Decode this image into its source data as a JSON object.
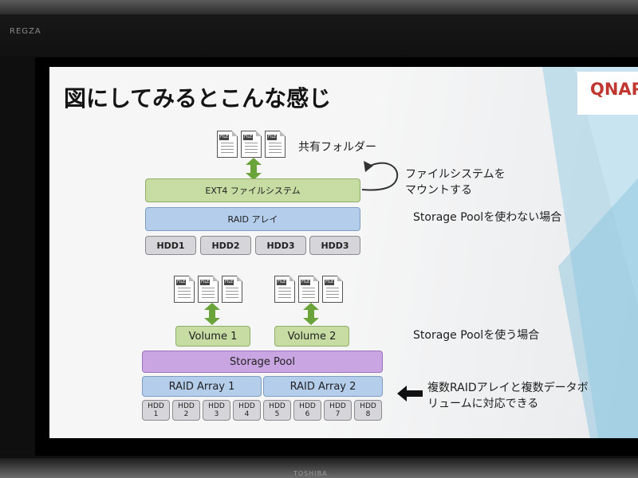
{
  "tv": {
    "brand": "REGZA",
    "brand_bottom": "TOSHIBA"
  },
  "slide": {
    "title": "図にしてみるとこんな感じ",
    "logo": "QNAP",
    "file_tag": "FILE",
    "colors": {
      "ext4": "#c6dca2",
      "raid": "#b3cdea",
      "pool": "#c9a6e2",
      "hdd": "#d6d6da",
      "arrow": "#6aa33a"
    }
  },
  "top_diagram": {
    "shared_folder_label": "共有フォルダー",
    "mount_label_1": "ファイルシステムを",
    "mount_label_2": "マウントする",
    "ext4_label": "EXT4 ファイルシステム",
    "raid_label": "RAID アレイ",
    "hdds": [
      "HDD1",
      "HDD2",
      "HDD3",
      "HDD3"
    ],
    "caption": "Storage Poolを使わない場合"
  },
  "bottom_diagram": {
    "volume1": "Volume 1",
    "volume2": "Volume 2",
    "pool_label": "Storage Pool",
    "raid1": "RAID Array 1",
    "raid2": "RAID Array 2",
    "hdd_word": "HDD",
    "hdd_numbers": [
      "1",
      "2",
      "3",
      "4",
      "5",
      "6",
      "7",
      "8"
    ],
    "caption": "Storage Poolを使う場合",
    "note_1": "複数RAIDアレイと複数データボ",
    "note_2": "リュームに対応できる"
  }
}
